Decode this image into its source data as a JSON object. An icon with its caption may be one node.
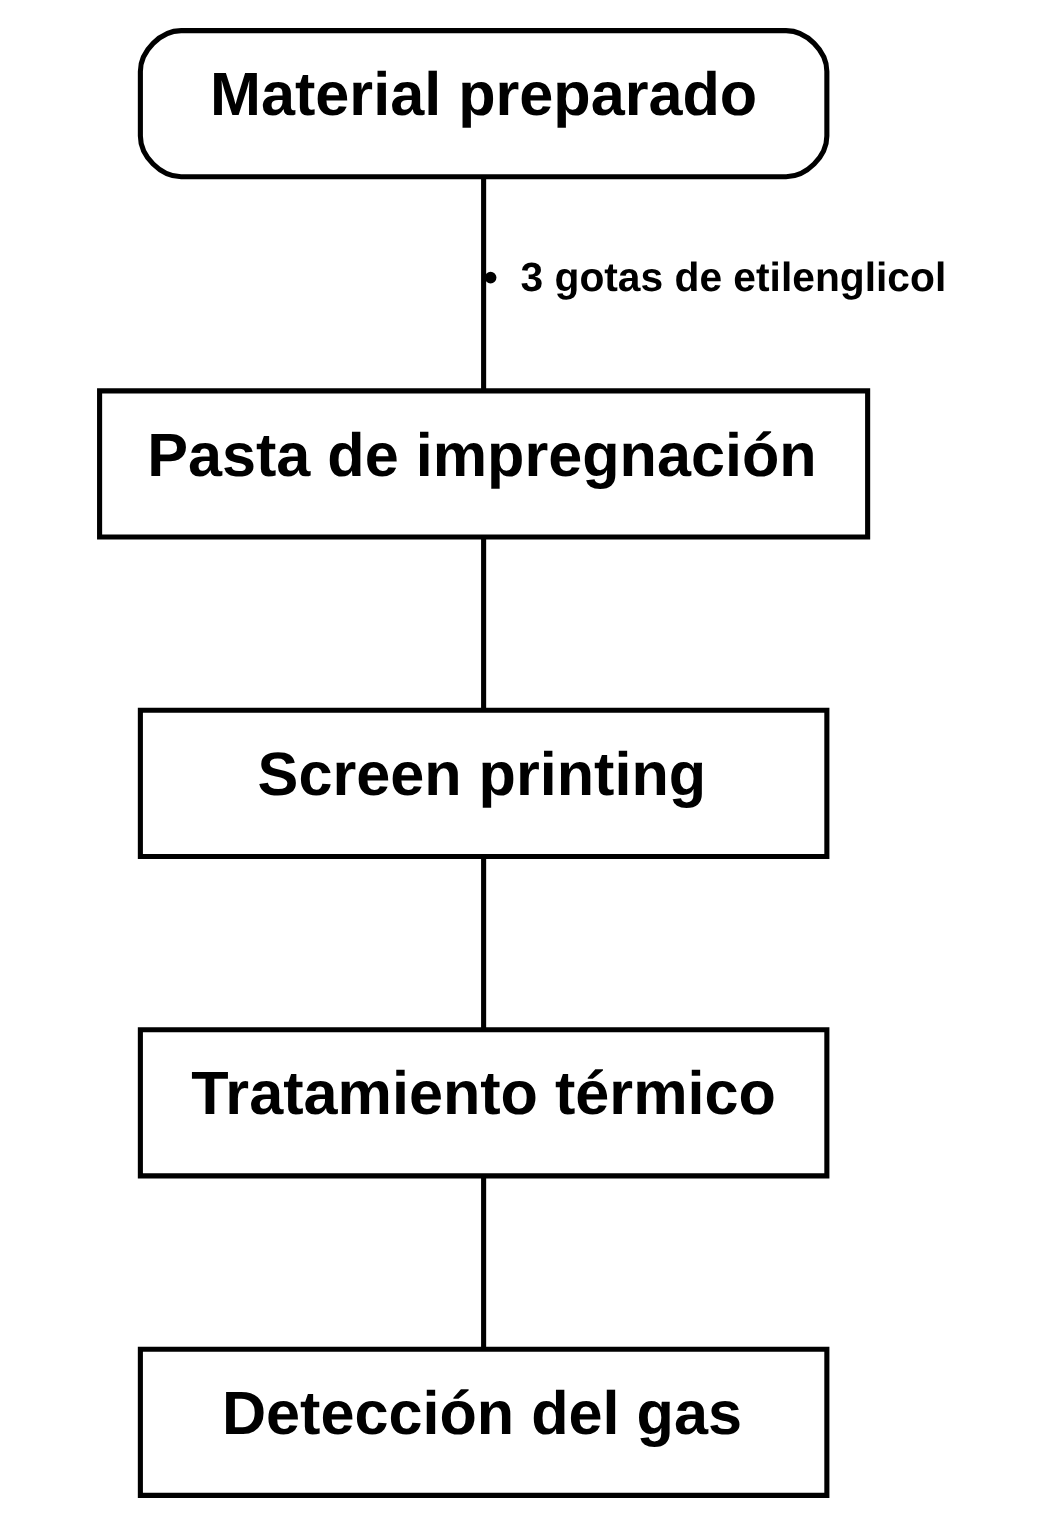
{
  "diagram": {
    "nodes": [
      {
        "text": [
          "Material preparado"
        ]
      },
      {
        "text": [
          "Pasta de impregnación"
        ]
      },
      {
        "text": [
          "Screen printing"
        ]
      },
      {
        "text": [
          "Tratamiento térmico"
        ]
      },
      {
        "text": [
          "Detección del gas"
        ]
      }
    ],
    "edges": [
      {
        "from": 0,
        "to": 1,
        "arrow": "none",
        "label": "•  3 gotas de etilenglicol"
      },
      {
        "from": 1,
        "to": 2,
        "arrow": "none"
      },
      {
        "from": 2,
        "to": 3,
        "arrow": "none"
      },
      {
        "from": 3,
        "to": 4,
        "arrow": "none"
      }
    ]
  }
}
